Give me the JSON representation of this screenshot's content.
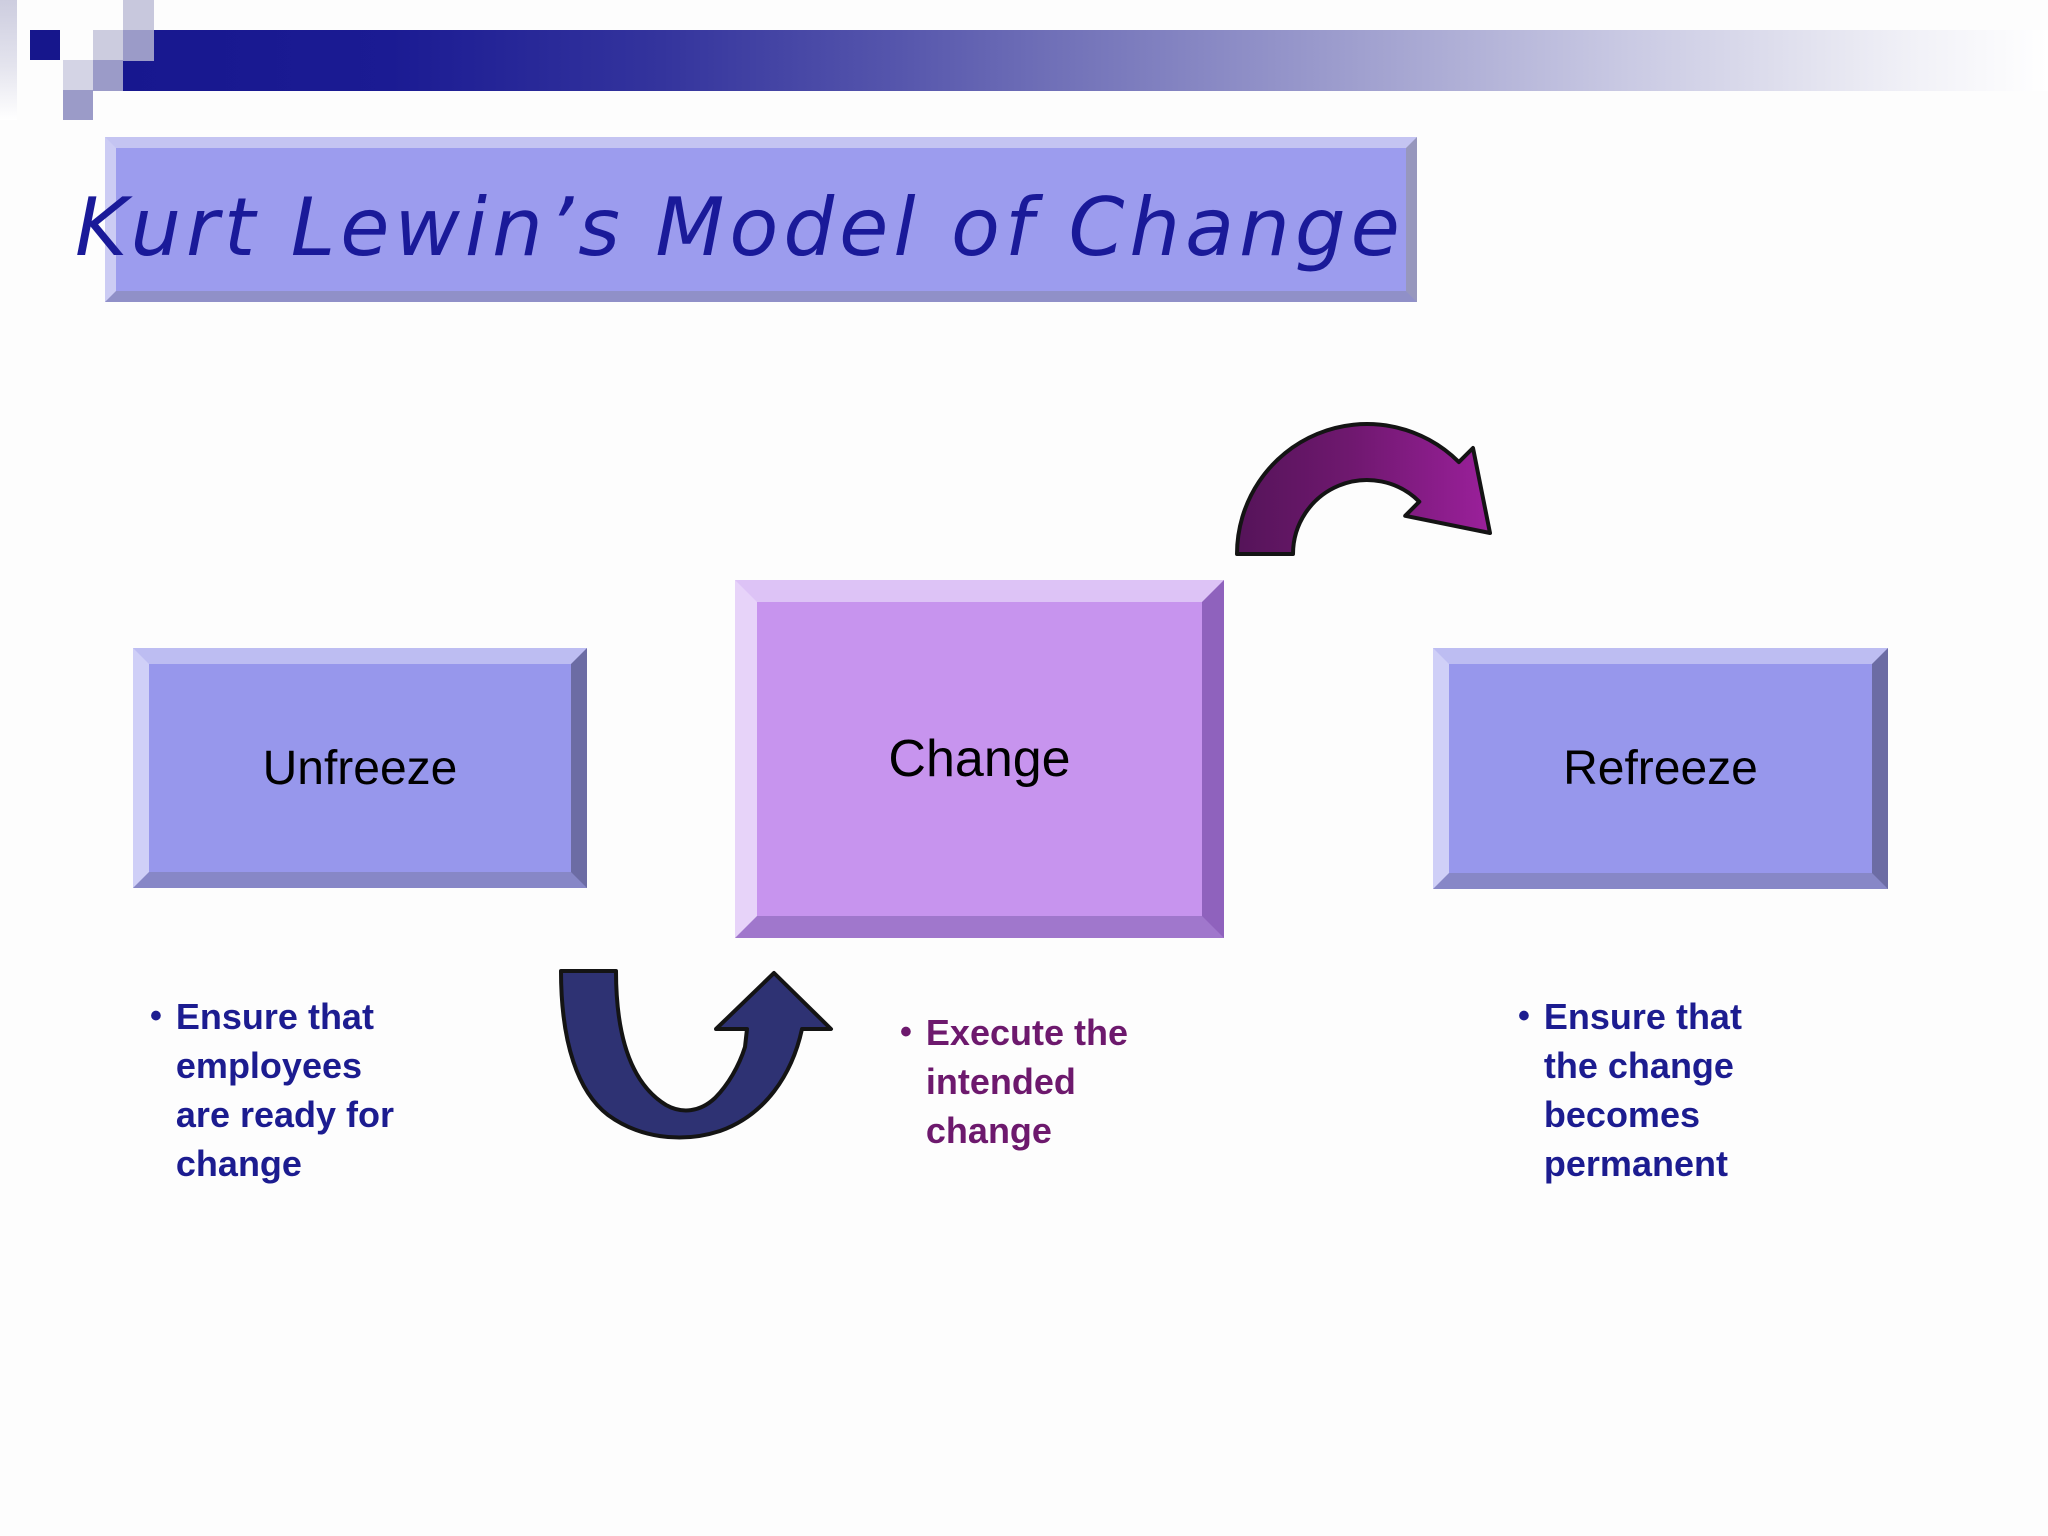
{
  "slide": {
    "title": "Kurt Lewin’s Model of Change",
    "bullet_char": "•",
    "boxes": [
      {
        "label": "Unfreeze",
        "bullet_lines": [
          "Ensure that",
          "employees",
          "are ready for",
          "change"
        ]
      },
      {
        "label": "Change",
        "bullet_lines": [
          "Execute the",
          "intended",
          "change"
        ]
      },
      {
        "label": "Refreeze",
        "bullet_lines": [
          "Ensure that",
          "the change",
          "becomes",
          "permanent"
        ]
      }
    ],
    "arrows": [
      {
        "name": "curved-arrow-change-to-refreeze-icon",
        "shape": "arc over, arrowhead pointing down-right"
      },
      {
        "name": "curved-arrow-unfreeze-to-change-icon",
        "shape": "u-turn, arrowhead pointing up"
      }
    ],
    "colors": {
      "header_bar_navy": "#17178f",
      "title_box_fill": "#9c9cee",
      "title_text": "#1a1a99",
      "stage_box_fill": "#9797ec",
      "change_box_fill": "#c794ee",
      "navy_note_text": "#1c1c90",
      "purple_note_text": "#6d196d",
      "arrow_navy": "#2e3273",
      "arrow_purple_dark": "#5a1560",
      "arrow_purple_bright": "#9b209b"
    }
  }
}
